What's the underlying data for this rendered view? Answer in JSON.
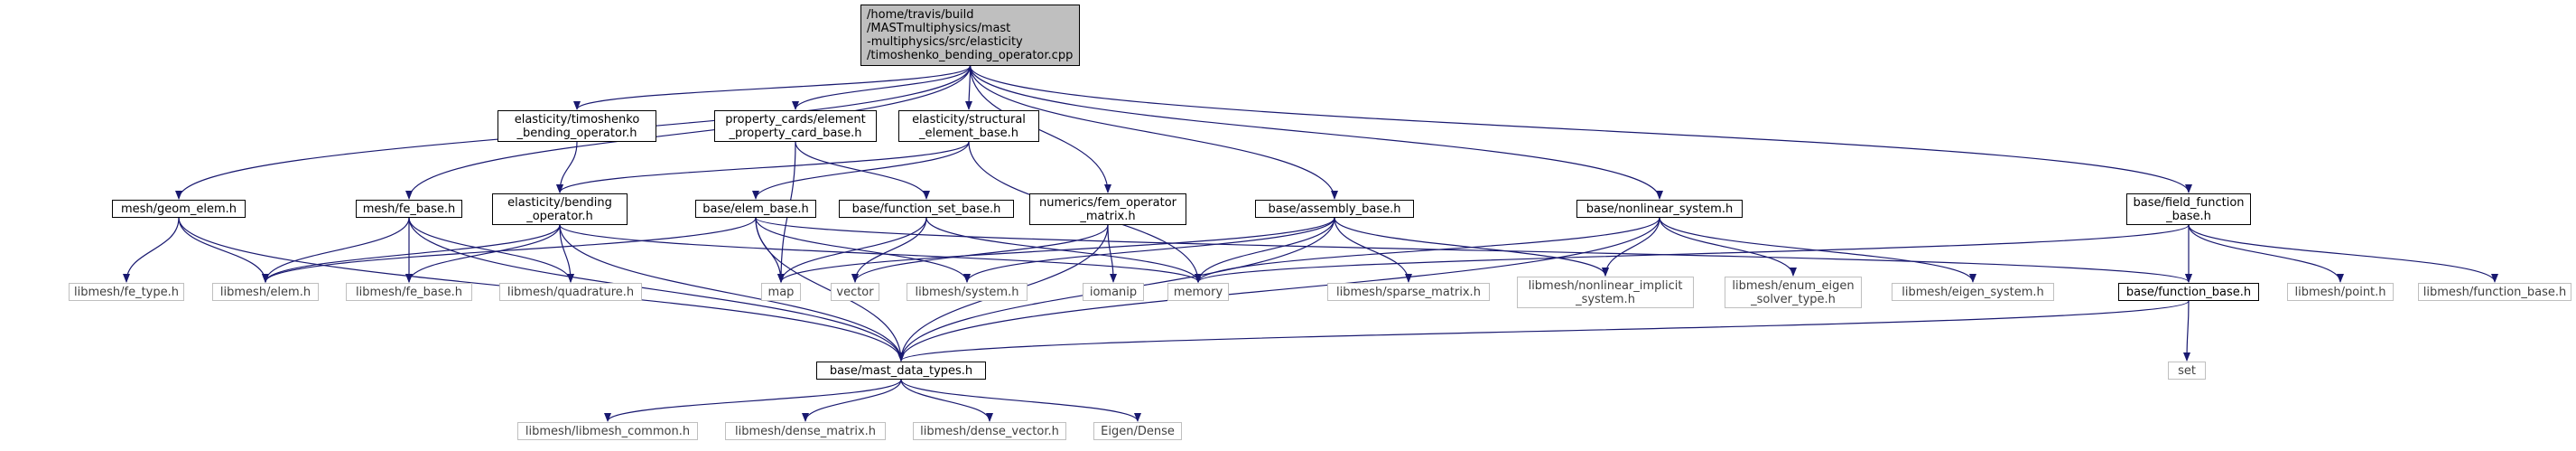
{
  "colors": {
    "edge": "#191970",
    "node_border": "#000000",
    "system_node_border": "#bfbfbf",
    "root_fill": "#bfbfbf"
  },
  "graph": {
    "nodes": [
      {
        "id": "root",
        "lines": [
          "/home/travis/build",
          "/MASTmultiphysics/mast",
          "-multiphysics/src/elasticity",
          "/timoshenko_bending_operator.cpp"
        ],
        "style": "root"
      },
      {
        "id": "timo_h",
        "lines": [
          "elasticity/timoshenko",
          "_bending_operator.h"
        ],
        "style": "normal"
      },
      {
        "id": "elem_prop",
        "lines": [
          "property_cards/element",
          "_property_card_base.h"
        ],
        "style": "normal"
      },
      {
        "id": "struct_elem",
        "lines": [
          "elasticity/structural",
          "_element_base.h"
        ],
        "style": "normal"
      },
      {
        "id": "geom_elem",
        "lines": [
          "mesh/geom_elem.h"
        ],
        "style": "normal"
      },
      {
        "id": "fe_base",
        "lines": [
          "mesh/fe_base.h"
        ],
        "style": "normal"
      },
      {
        "id": "bending_op",
        "lines": [
          "elasticity/bending",
          "_operator.h"
        ],
        "style": "normal"
      },
      {
        "id": "elem_base",
        "lines": [
          "base/elem_base.h"
        ],
        "style": "normal"
      },
      {
        "id": "func_set",
        "lines": [
          "base/function_set_base.h"
        ],
        "style": "normal"
      },
      {
        "id": "fem_op",
        "lines": [
          "numerics/fem_operator",
          "_matrix.h"
        ],
        "style": "normal"
      },
      {
        "id": "assembly",
        "lines": [
          "base/assembly_base.h"
        ],
        "style": "normal"
      },
      {
        "id": "nonlinear",
        "lines": [
          "base/nonlinear_system.h"
        ],
        "style": "normal"
      },
      {
        "id": "field_func",
        "lines": [
          "base/field_function",
          "_base.h"
        ],
        "style": "normal"
      },
      {
        "id": "fe_type",
        "lines": [
          "libmesh/fe_type.h"
        ],
        "style": "sys"
      },
      {
        "id": "lm_elem",
        "lines": [
          "libmesh/elem.h"
        ],
        "style": "sys"
      },
      {
        "id": "lm_fe_base",
        "lines": [
          "libmesh/fe_base.h"
        ],
        "style": "sys"
      },
      {
        "id": "quadrature",
        "lines": [
          "libmesh/quadrature.h"
        ],
        "style": "sys"
      },
      {
        "id": "map",
        "lines": [
          "map"
        ],
        "style": "sys"
      },
      {
        "id": "vector",
        "lines": [
          "vector"
        ],
        "style": "sys"
      },
      {
        "id": "lm_system",
        "lines": [
          "libmesh/system.h"
        ],
        "style": "sys"
      },
      {
        "id": "iomanip",
        "lines": [
          "iomanip"
        ],
        "style": "sys"
      },
      {
        "id": "memory",
        "lines": [
          "memory"
        ],
        "style": "sys"
      },
      {
        "id": "sparse",
        "lines": [
          "libmesh/sparse_matrix.h"
        ],
        "style": "sys"
      },
      {
        "id": "nonlin_impl",
        "lines": [
          "libmesh/nonlinear_implicit",
          "_system.h"
        ],
        "style": "sys"
      },
      {
        "id": "enum_eigen",
        "lines": [
          "libmesh/enum_eigen",
          "_solver_type.h"
        ],
        "style": "sys"
      },
      {
        "id": "eigen_sys",
        "lines": [
          "libmesh/eigen_system.h"
        ],
        "style": "sys"
      },
      {
        "id": "func_base",
        "lines": [
          "base/function_base.h"
        ],
        "style": "normal"
      },
      {
        "id": "point",
        "lines": [
          "libmesh/point.h"
        ],
        "style": "sys"
      },
      {
        "id": "lm_func_base",
        "lines": [
          "libmesh/function_base.h"
        ],
        "style": "sys"
      },
      {
        "id": "set",
        "lines": [
          "set"
        ],
        "style": "sys"
      },
      {
        "id": "mast_types",
        "lines": [
          "base/mast_data_types.h"
        ],
        "style": "normal"
      },
      {
        "id": "lm_common",
        "lines": [
          "libmesh/libmesh_common.h"
        ],
        "style": "sys"
      },
      {
        "id": "dense_matrix",
        "lines": [
          "libmesh/dense_matrix.h"
        ],
        "style": "sys"
      },
      {
        "id": "dense_vector",
        "lines": [
          "libmesh/dense_vector.h"
        ],
        "style": "sys"
      },
      {
        "id": "eigen_dense",
        "lines": [
          "Eigen/Dense"
        ],
        "style": "sys"
      }
    ],
    "edges": [
      [
        "root",
        "timo_h"
      ],
      [
        "root",
        "elem_prop"
      ],
      [
        "root",
        "struct_elem"
      ],
      [
        "root",
        "geom_elem"
      ],
      [
        "root",
        "fe_base"
      ],
      [
        "root",
        "fem_op"
      ],
      [
        "root",
        "assembly"
      ],
      [
        "root",
        "nonlinear"
      ],
      [
        "root",
        "field_func"
      ],
      [
        "timo_h",
        "bending_op"
      ],
      [
        "elem_prop",
        "map"
      ],
      [
        "elem_prop",
        "func_set"
      ],
      [
        "struct_elem",
        "bending_op"
      ],
      [
        "struct_elem",
        "elem_base"
      ],
      [
        "struct_elem",
        "memory"
      ],
      [
        "geom_elem",
        "fe_type"
      ],
      [
        "geom_elem",
        "lm_elem"
      ],
      [
        "geom_elem",
        "mast_types"
      ],
      [
        "fe_base",
        "lm_elem"
      ],
      [
        "fe_base",
        "lm_fe_base"
      ],
      [
        "fe_base",
        "quadrature"
      ],
      [
        "fe_base",
        "mast_types"
      ],
      [
        "bending_op",
        "lm_elem"
      ],
      [
        "bending_op",
        "lm_fe_base"
      ],
      [
        "bending_op",
        "quadrature"
      ],
      [
        "bending_op",
        "mast_types"
      ],
      [
        "bending_op",
        "memory"
      ],
      [
        "elem_base",
        "lm_elem"
      ],
      [
        "elem_base",
        "map"
      ],
      [
        "elem_base",
        "lm_system"
      ],
      [
        "elem_base",
        "mast_types"
      ],
      [
        "elem_base",
        "func_base"
      ],
      [
        "func_set",
        "map"
      ],
      [
        "func_set",
        "vector"
      ],
      [
        "func_set",
        "memory"
      ],
      [
        "fem_op",
        "vector"
      ],
      [
        "fem_op",
        "iomanip"
      ],
      [
        "fem_op",
        "mast_types"
      ],
      [
        "assembly",
        "map"
      ],
      [
        "assembly",
        "lm_system"
      ],
      [
        "assembly",
        "memory"
      ],
      [
        "assembly",
        "sparse"
      ],
      [
        "assembly",
        "nonlin_impl"
      ],
      [
        "assembly",
        "mast_types"
      ],
      [
        "nonlinear",
        "memory"
      ],
      [
        "nonlinear",
        "nonlin_impl"
      ],
      [
        "nonlinear",
        "enum_eigen"
      ],
      [
        "nonlinear",
        "eigen_sys"
      ],
      [
        "nonlinear",
        "mast_types"
      ],
      [
        "field_func",
        "memory"
      ],
      [
        "field_func",
        "func_base"
      ],
      [
        "field_func",
        "point"
      ],
      [
        "field_func",
        "lm_func_base"
      ],
      [
        "func_base",
        "set"
      ],
      [
        "func_base",
        "mast_types"
      ],
      [
        "mast_types",
        "lm_common"
      ],
      [
        "mast_types",
        "dense_matrix"
      ],
      [
        "mast_types",
        "dense_vector"
      ],
      [
        "mast_types",
        "eigen_dense"
      ]
    ]
  }
}
